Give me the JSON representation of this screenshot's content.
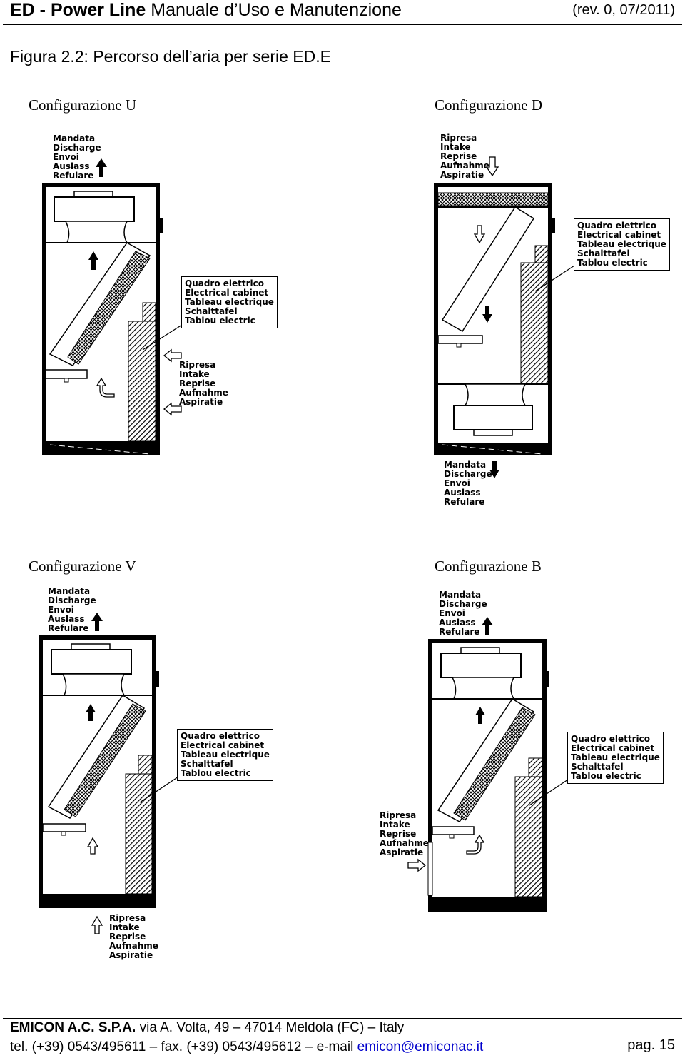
{
  "header": {
    "title_bold": "ED - Power Line",
    "title_rest": "Manuale d’Uso e Manutenzione",
    "revision": "(rev. 0, 07/2011)"
  },
  "figure": {
    "caption": "Figura 2.2: Percorso dell’aria per serie ED.E"
  },
  "configs": {
    "u": {
      "label": "Configurazione U",
      "discharge": [
        "Mandata",
        "Discharge",
        "Envoi",
        "Auslass",
        "Refulare"
      ],
      "intake": [
        "Ripresa",
        "Intake",
        "Reprise",
        "Aufnahme",
        "Aspiratie"
      ],
      "cabinet": [
        "Quadro elettrico",
        "Electrical cabinet",
        "Tableau electrique",
        "Schalttafel",
        "Tablou electric"
      ]
    },
    "d": {
      "label": "Configurazione D",
      "intake": [
        "Ripresa",
        "Intake",
        "Reprise",
        "Aufnahme",
        "Aspiratie"
      ],
      "discharge": [
        "Mandata",
        "Discharge",
        "Envoi",
        "Auslass",
        "Refulare"
      ],
      "cabinet": [
        "Quadro elettrico",
        "Electrical cabinet",
        "Tableau electrique",
        "Schalttafel",
        "Tablou electric"
      ]
    },
    "v": {
      "label": "Configurazione V",
      "discharge": [
        "Mandata",
        "Discharge",
        "Envoi",
        "Auslass",
        "Refulare"
      ],
      "intake": [
        "Ripresa",
        "Intake",
        "Reprise",
        "Aufnahme",
        "Aspiratie"
      ],
      "cabinet": [
        "Quadro elettrico",
        "Electrical cabinet",
        "Tableau electrique",
        "Schalttafel",
        "Tablou electric"
      ]
    },
    "b": {
      "label": "Configurazione B",
      "discharge": [
        "Mandata",
        "Discharge",
        "Envoi",
        "Auslass",
        "Refulare"
      ],
      "intake": [
        "Ripresa",
        "Intake",
        "Reprise",
        "Aufnahme",
        "Aspiratie"
      ],
      "cabinet": [
        "Quadro elettrico",
        "Electrical cabinet",
        "Tableau electrique",
        "Schalttafel",
        "Tablou electric"
      ]
    }
  },
  "footer": {
    "company": "EMICON A.C. S.P.A.",
    "address": "via A. Volta, 49 – 47014 Meldola (FC) – Italy",
    "contacts": "tel. (+39) 0543/495611 – fax. (+39) 0543/495612 – e-mail",
    "email": "emicon@emiconac.it",
    "page": "pag. 15"
  }
}
